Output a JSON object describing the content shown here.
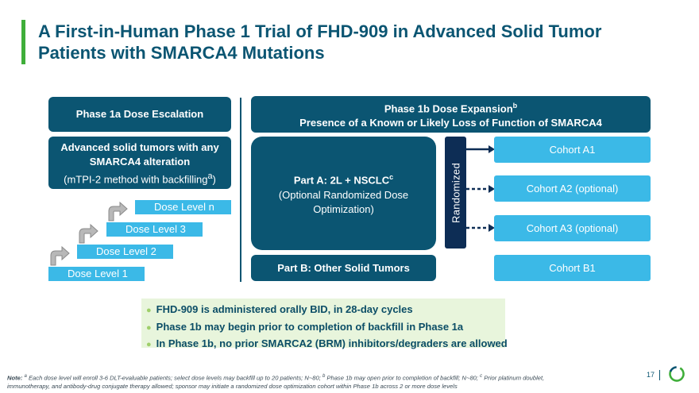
{
  "title": {
    "line1": "A First-in-Human Phase 1 Trial of FHD-909 in Advanced Solid Tumor",
    "line2": "Patients with SMARCA4 Mutations"
  },
  "phase1a": {
    "header": "Phase 1a Dose Escalation",
    "body_line1": "Advanced solid tumors with any",
    "body_line2": "SMARCA4 alteration",
    "body_line3": "(mTPI-2 method with backfilling",
    "body_line3_sup": "a",
    "body_line3_end": ")",
    "dose_levels": [
      "Dose Level 1",
      "Dose Level 2",
      "Dose Level 3",
      "Dose Level n"
    ]
  },
  "phase1b": {
    "header_line1": "Phase 1b Dose Expansion",
    "header_line1_sup": "b",
    "header_line2": "Presence of a Known or Likely Loss of Function of SMARCA4",
    "partA_line1": "Part A: 2L + NSCLC",
    "partA_line1_sup": "c",
    "partA_line2": "(Optional Randomized Dose",
    "partA_line3": "Optimization)",
    "partB": "Part B: Other Solid Tumors",
    "randomized": "Randomized",
    "cohorts": [
      "Cohort A1",
      "Cohort A2 (optional)",
      "Cohort A3 (optional)",
      "Cohort B1"
    ]
  },
  "bullets": [
    "FHD-909 is administered orally BID, in 28-day cycles",
    "Phase 1b may begin prior to completion of backfill in Phase 1a",
    "In Phase 1b, no prior SMARCA2 (BRM) inhibitors/degraders are allowed"
  ],
  "note": {
    "label": "Note:",
    "line1": " Each dose level will enroll 3-6 DLT-evaluable patients; select dose levels may backfill up to 20 patients; N~80; ",
    "line1b": " Phase 1b may open prior to completion of backfill; N~80; ",
    "line1c": " Prior platinum doublet,",
    "line2": "immunotherapy, and antibody-drug conjugate therapy allowed; sponsor may initiate a randomized dose optimization cohort within Phase 1b across 2 or more dose levels",
    "sup_a": "a",
    "sup_b": "b",
    "sup_c": "c"
  },
  "page_number": "17",
  "colors": {
    "accent_green": "#3fae3a",
    "dark_teal": "#0b5572",
    "light_blue": "#3bb9e7",
    "navy": "#0d2d55",
    "bullet_bg": "#e8f5dc"
  },
  "icons": {
    "step": "curved-up-arrow-icon",
    "logo": "circle-logo-icon"
  }
}
